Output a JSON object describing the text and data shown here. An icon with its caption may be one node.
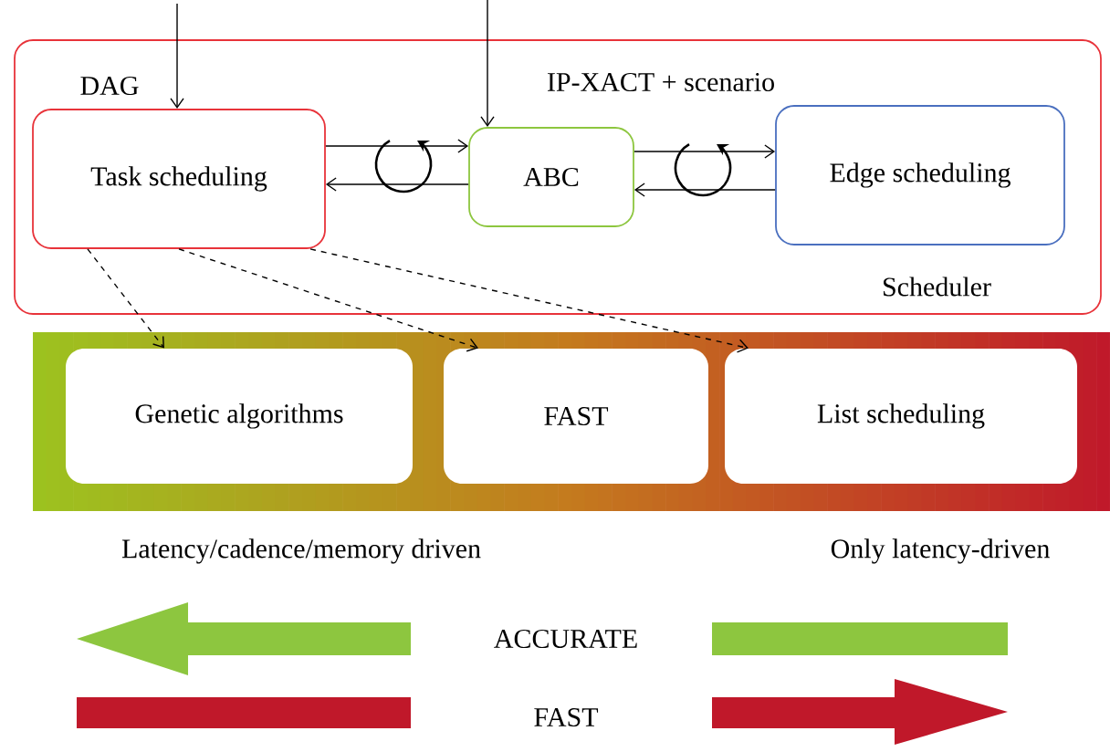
{
  "diagram": {
    "nodes": [
      {
        "text": [
          "Scheduler"
        ]
      },
      {
        "text": [
          "Task scheduling"
        ],
        "in": 0,
        "beside": [
          "DAG"
        ]
      },
      {
        "text": [
          "ABC"
        ],
        "in": 0
      },
      {
        "text": [
          "Edge scheduling"
        ],
        "in": 0
      },
      {
        "text": [],
        "shape": "bar"
      },
      {
        "text": [
          "Genetic algorithms"
        ],
        "in": 4
      },
      {
        "text": [
          "FAST"
        ],
        "in": 4
      },
      {
        "text": [
          "List scheduling"
        ],
        "in": 4
      }
    ],
    "edges": [
      {
        "from": null,
        "to": 1,
        "arrow": "to"
      },
      {
        "from": null,
        "to": 2,
        "arrow": "to"
      },
      {
        "from": 1,
        "to": 2,
        "arrow": "to"
      },
      {
        "from": 2,
        "to": 1,
        "arrow": "to"
      },
      {
        "from": 2,
        "to": 3,
        "arrow": "to"
      },
      {
        "from": 3,
        "to": 2,
        "arrow": "to"
      },
      {
        "from": 1,
        "to": 5,
        "arrow": "to",
        "style": "dashed"
      },
      {
        "from": 1,
        "to": 6,
        "arrow": "to",
        "style": "dashed"
      },
      {
        "from": 1,
        "to": 7,
        "arrow": "to",
        "style": "dashed"
      }
    ],
    "labels": [
      "IP-XACT + scenario",
      "Latency/cadence/memory driven",
      "Only latency-driven",
      "ACCURATE",
      "FAST"
    ]
  }
}
